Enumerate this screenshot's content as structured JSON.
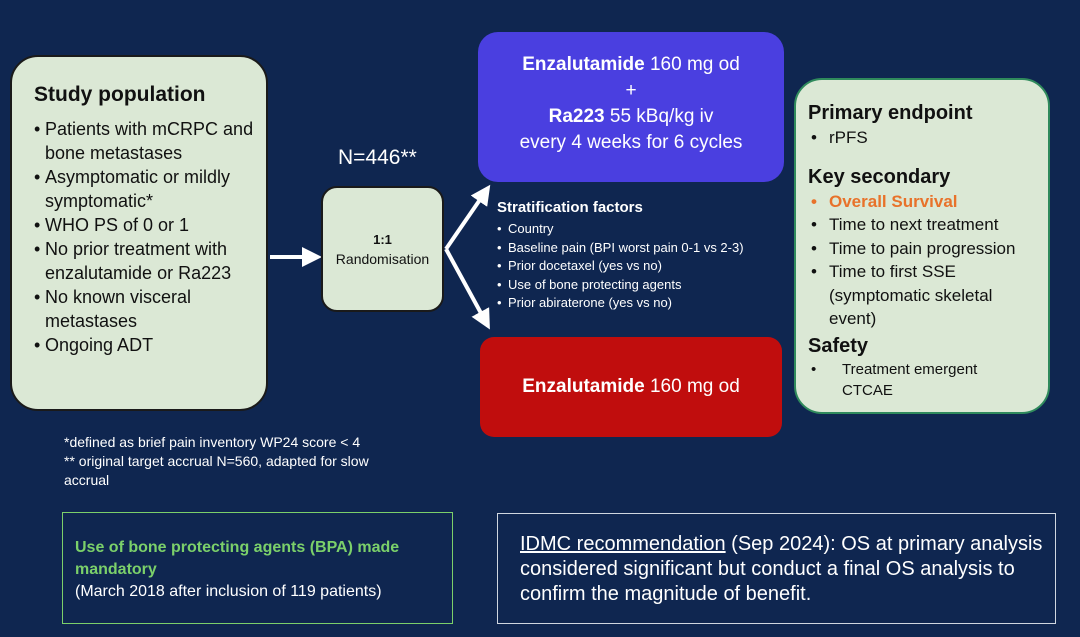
{
  "study": {
    "title": "Study population",
    "items": [
      "Patients with mCRPC and bone metastases",
      "Asymptomatic or mildly symptomatic*",
      "WHO PS of 0 or 1",
      "No prior treatment with enzalutamide or Ra223",
      "No known visceral metastases",
      "Ongoing ADT"
    ]
  },
  "randomisation": {
    "n_label": "N=446**",
    "ratio": "1:1",
    "label": "Randomisation"
  },
  "arm_a": {
    "drug1": "Enzalutamide",
    "dose1": " 160 mg od",
    "plus": "+",
    "drug2": "Ra223",
    "dose2": " 55 kBq/kg iv",
    "schedule": "every 4 weeks for 6 cycles"
  },
  "arm_b": {
    "drug": "Enzalutamide",
    "dose": " 160 mg od"
  },
  "stratification": {
    "title": "Stratification factors",
    "items": [
      "Country",
      "Baseline pain (BPI worst pain 0-1 vs 2-3)",
      "Prior docetaxel (yes vs no)",
      "Use of bone protecting agents",
      "Prior abiraterone (yes vs no)"
    ]
  },
  "endpoints": {
    "primary_title": "Primary endpoint",
    "primary_items": [
      "rPFS"
    ],
    "secondary_title": "Key secondary",
    "secondary_items": [
      "Overall Survival",
      "Time to next treatment",
      "Time to pain progression",
      "Time to first SSE (symptomatic skeletal event)"
    ],
    "safety_title": "Safety",
    "safety_items": [
      "Treatment emergent CTCAE"
    ]
  },
  "footnotes": [
    "*defined as brief pain inventory WP24 score < 4",
    "** original target accrual N=560, adapted for slow accrual"
  ],
  "bpa": {
    "line1": "Use of bone protecting agents (BPA) made mandatory",
    "line2": "(March 2018 after inclusion of 119 patients)"
  },
  "idmc": {
    "label": "IDMC recommendation",
    "text": " (Sep 2024): OS at primary analysis considered significant but conduct a final OS analysis to confirm the magnitude of benefit."
  },
  "colors": {
    "background": "#0f2650",
    "box_fill": "#dbe8d5",
    "arm_a": "#4a3fe0",
    "arm_b": "#c00d0d",
    "highlight": "#e8722a",
    "bpa_green": "#7bd06a"
  }
}
